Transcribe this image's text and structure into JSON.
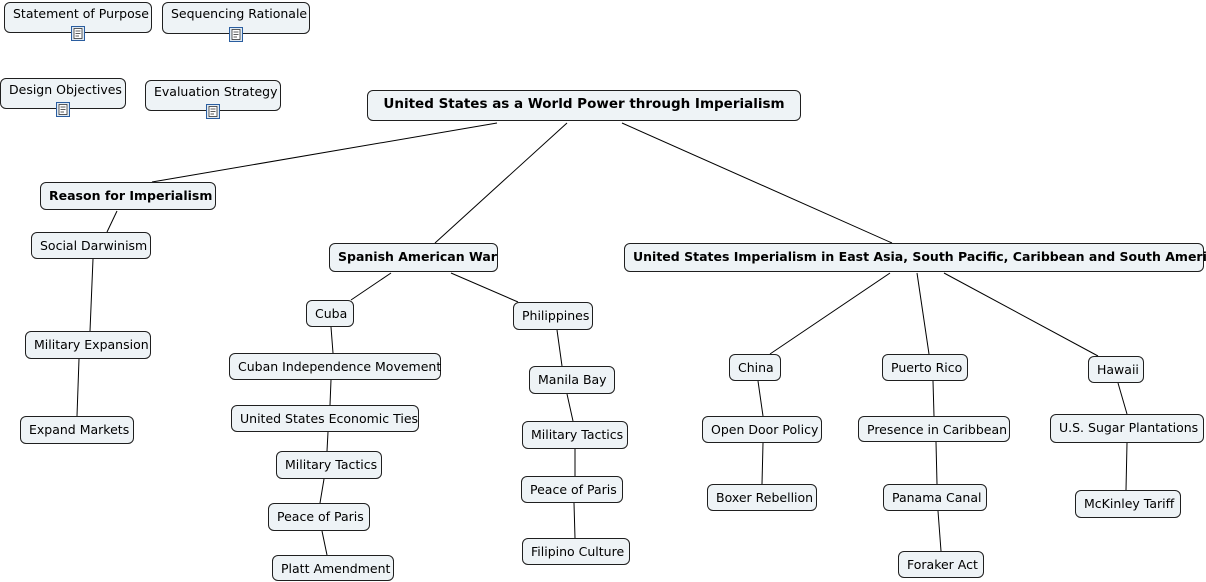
{
  "documents": {
    "purpose": "Statement of Purpose",
    "sequencing": "Sequencing Rationale",
    "design": "Design Objectives",
    "evaluation": "Evaluation Strategy",
    "icon": "document-icon"
  },
  "root": "United States as a World Power through Imperialism",
  "reason": {
    "title": "Reason for Imperialism",
    "items": [
      "Social Darwinism",
      "Military Expansion",
      "Expand Markets"
    ]
  },
  "spanish_war": {
    "title": "Spanish American War",
    "cuba": {
      "title": "Cuba",
      "items": [
        "Cuban Independence Movement",
        "United States Economic Ties",
        "Military Tactics",
        "Peace of Paris",
        "Platt Amendment"
      ]
    },
    "philippines": {
      "title": "Philippines",
      "items": [
        "Manila Bay",
        "Military Tactics",
        "Peace of Paris",
        "Filipino Culture"
      ]
    }
  },
  "us_imperialism": {
    "title": "United States Imperialism in East Asia, South Pacific, Caribbean and South America",
    "china": {
      "title": "China",
      "items": [
        "Open Door Policy",
        "Boxer Rebellion"
      ]
    },
    "puerto_rico": {
      "title": "Puerto Rico",
      "items": [
        "Presence in Caribbean",
        "Panama Canal",
        "Foraker Act"
      ]
    },
    "hawaii": {
      "title": "Hawaii",
      "items": [
        "U.S. Sugar Plantations",
        "McKinley Tariff"
      ]
    }
  }
}
